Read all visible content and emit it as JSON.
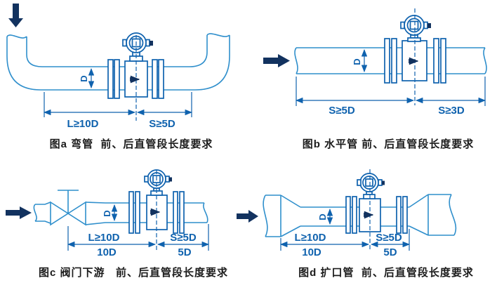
{
  "colors": {
    "pipe_blue": "#2f8fcc",
    "meter_blue": "#0f62ae",
    "arrow_navy": "#12325f",
    "caption_black": "#1b1b1b",
    "background": "#ffffff"
  },
  "panels": {
    "a": {
      "caption": "图a 弯管  前、后直管段长度要求",
      "dims": {
        "left": "L≥10D",
        "right": "S≥5D",
        "diameter": "D"
      }
    },
    "b": {
      "caption": "图b 水平管 前、后直管段长度要求",
      "dims": {
        "left": "S≥5D",
        "right": "S≥3D",
        "diameter": "D"
      }
    },
    "c": {
      "caption": "图c 阀门下游   前、后直管段长度要求",
      "dims": {
        "left": "L≥10D",
        "left_below": "10D",
        "right": "S≥5D",
        "right_below": "5D",
        "diameter": "D"
      }
    },
    "d": {
      "caption": "图d 扩口管  前、后直管段长度要求",
      "dims": {
        "left": "L≥10D",
        "left_below": "10D",
        "right": "S≥5D",
        "right_below": "5D",
        "diameter": "D"
      }
    }
  }
}
